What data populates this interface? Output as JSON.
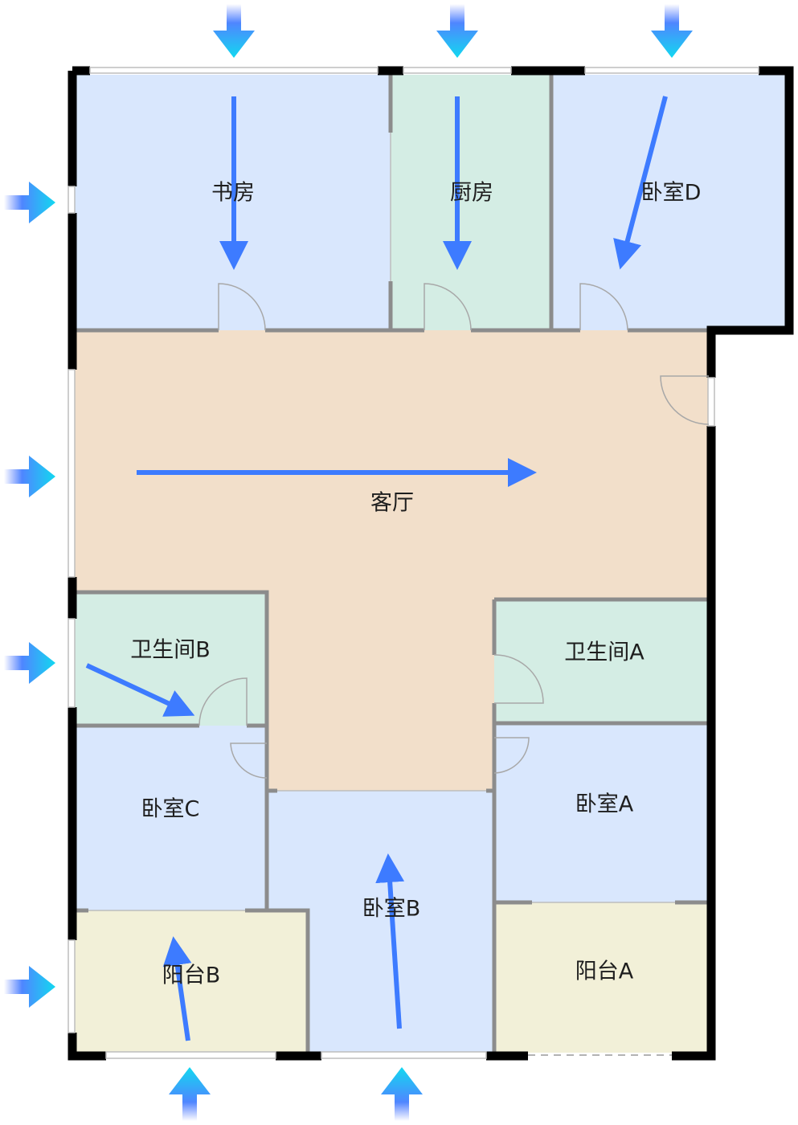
{
  "rooms": {
    "study": "书房",
    "kitchen": "厨房",
    "bedroom_d": "卧室D",
    "living": "客厅",
    "bathroom_b": "卫生间B",
    "bathroom_a": "卫生间A",
    "bedroom_c": "卧室C",
    "bedroom_a": "卧室A",
    "bedroom_b": "卧室B",
    "balcony_b": "阳台B",
    "balcony_a": "阳台A"
  },
  "colors": {
    "bedroom": "#d9e7fd",
    "wet": "#d4ede4",
    "living": "#f2dfca",
    "balcony": "#f2f0d8",
    "flow_arrow": "#3d7bff",
    "wind_arrow_start": "#5b7cff",
    "wind_arrow_end": "#12d8f0"
  }
}
